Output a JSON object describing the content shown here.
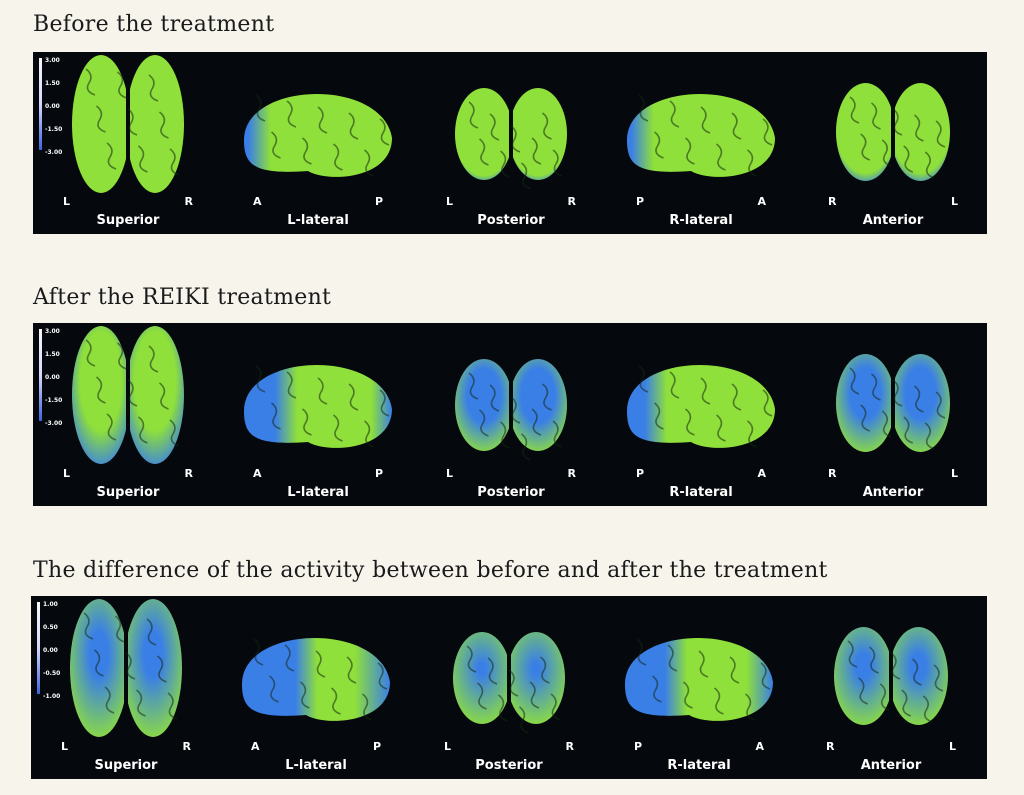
{
  "colors": {
    "background": "#f7f4ec",
    "panel": "#05080c",
    "active_green": "#8fe03a",
    "inactive_blue": "#3a7fe6"
  },
  "sections": [
    {
      "title": "Before the treatment",
      "scale_ticks": [
        "3.00",
        "1.50",
        "0.00",
        "-1.50",
        "-3.00"
      ],
      "views": [
        {
          "label": "Superior",
          "left_marker": "L",
          "right_marker": "R",
          "shape": "superior",
          "blue_level": 0.08
        },
        {
          "label": "L-lateral",
          "left_marker": "A",
          "right_marker": "P",
          "shape": "lateral",
          "blue_level": 0.05
        },
        {
          "label": "Posterior",
          "left_marker": "L",
          "right_marker": "R",
          "shape": "posterior",
          "blue_level": 0.15
        },
        {
          "label": "R-lateral",
          "left_marker": "P",
          "right_marker": "A",
          "shape": "lateral",
          "blue_level": 0.05
        },
        {
          "label": "Anterior",
          "left_marker": "R",
          "right_marker": "L",
          "shape": "anterior",
          "blue_level": 0.2
        }
      ]
    },
    {
      "title": "After the REIKI treatment",
      "scale_ticks": [
        "3.00",
        "1.50",
        "0.00",
        "-1.50",
        "-3.00"
      ],
      "views": [
        {
          "label": "Superior",
          "left_marker": "L",
          "right_marker": "R",
          "shape": "superior",
          "blue_level": 0.45
        },
        {
          "label": "L-lateral",
          "left_marker": "A",
          "right_marker": "P",
          "shape": "lateral",
          "blue_level": 0.35
        },
        {
          "label": "Posterior",
          "left_marker": "L",
          "right_marker": "R",
          "shape": "posterior",
          "blue_level": 0.55
        },
        {
          "label": "R-lateral",
          "left_marker": "P",
          "right_marker": "A",
          "shape": "lateral",
          "blue_level": 0.2
        },
        {
          "label": "Anterior",
          "left_marker": "R",
          "right_marker": "L",
          "shape": "anterior",
          "blue_level": 0.6
        }
      ]
    },
    {
      "title": "The difference of the activity between before and after the treatment",
      "scale_ticks": [
        "1.00",
        "0.50",
        "0.00",
        "-0.50",
        "-1.00"
      ],
      "views": [
        {
          "label": "Superior",
          "left_marker": "L",
          "right_marker": "R",
          "shape": "superior",
          "blue_level": 0.75
        },
        {
          "label": "L-lateral",
          "left_marker": "A",
          "right_marker": "P",
          "shape": "lateral",
          "blue_level": 0.6
        },
        {
          "label": "Posterior",
          "left_marker": "L",
          "right_marker": "R",
          "shape": "posterior",
          "blue_level": 0.9
        },
        {
          "label": "R-lateral",
          "left_marker": "P",
          "right_marker": "A",
          "shape": "lateral",
          "blue_level": 0.45
        },
        {
          "label": "Anterior",
          "left_marker": "R",
          "right_marker": "L",
          "shape": "anterior",
          "blue_level": 0.8
        }
      ]
    }
  ]
}
